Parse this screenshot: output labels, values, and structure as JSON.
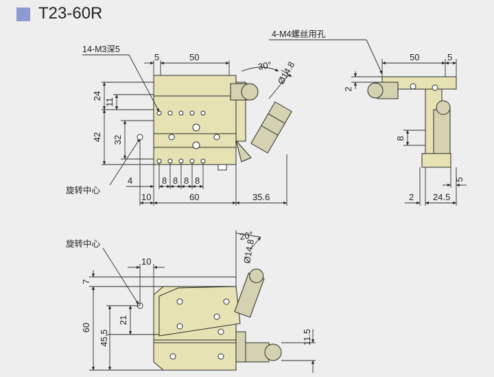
{
  "title": "T23-60R",
  "colors": {
    "title_square": "#8e9bd0",
    "plate": "#e6e2b4",
    "knob": "#d4d2b0",
    "line": "#2a2a2a",
    "background": "#eeeeef"
  },
  "labels": {
    "tap_holes": "14-M3深5",
    "mount_holes": "4-M4螺丝用孔",
    "rotation_center_top": "旋转中心",
    "rotation_center_bottom": "旋转中心"
  },
  "dims_top": {
    "d5": "5",
    "d50": "50",
    "d30deg": "30°",
    "d14_8": "Ø14.8",
    "d24": "24",
    "d11": "11",
    "d42": "42",
    "d32": "32",
    "d4": "4",
    "d8a": "8",
    "d8b": "8",
    "d8c": "8",
    "d8d": "8",
    "d10": "10",
    "d60": "60",
    "d35_6": "35.6"
  },
  "dims_side": {
    "d50": "50",
    "d5": "5",
    "d2a": "2",
    "d8": "8",
    "d5b": "5",
    "d2b": "2",
    "d24_5": "24.5"
  },
  "dims_bottom": {
    "d20deg": "20°",
    "d14_8": "Ø14.8",
    "d10": "10",
    "d7": "7",
    "d60": "60",
    "d21": "21",
    "d45_5": "45.5",
    "d11_5": "11.5"
  }
}
